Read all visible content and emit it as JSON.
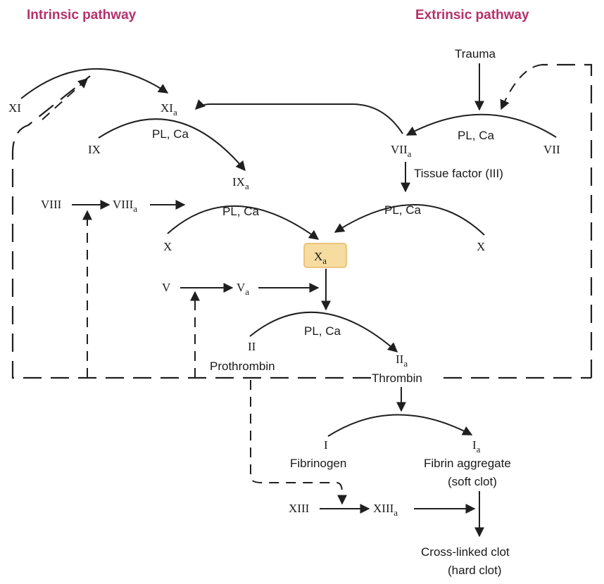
{
  "headers": {
    "intrinsic": "Intrinsic pathway",
    "extrinsic": "Extrinsic pathway"
  },
  "factors": {
    "xi": "XI",
    "xia": {
      "base": "XI",
      "sub": "a"
    },
    "ix": "IX",
    "ixa": {
      "base": "IX",
      "sub": "a"
    },
    "viii": "VIII",
    "viiia": {
      "base": "VIII",
      "sub": "a"
    },
    "x_left": "X",
    "x_right": "X",
    "xa": {
      "base": "X",
      "sub": "a"
    },
    "v": "V",
    "va": {
      "base": "V",
      "sub": "a"
    },
    "vii": "VII",
    "viia": {
      "base": "VII",
      "sub": "a"
    },
    "ii": "II",
    "iia": {
      "base": "II",
      "sub": "a"
    },
    "i": "I",
    "ia": {
      "base": "I",
      "sub": "a"
    },
    "xiii": "XIII",
    "xiiia": {
      "base": "XIII",
      "sub": "a"
    }
  },
  "cofactor_label": "PL, Ca",
  "labels": {
    "trauma": "Trauma",
    "tissue_factor": "Tissue factor (III)",
    "prothrombin": "Prothrombin",
    "thrombin": "Thrombin",
    "fibrinogen": "Fibrinogen",
    "fibrin_line1": "Fibrin aggregate",
    "fibrin_line2": "(soft clot)",
    "crosslinked_line1": "Cross-linked clot",
    "crosslinked_line2": "(hard clot)"
  },
  "colors": {
    "header": "#b5306b",
    "xa_box_fill": "#f6dca0",
    "xa_box_stroke": "#e8b867",
    "line": "#1f1f1f"
  }
}
